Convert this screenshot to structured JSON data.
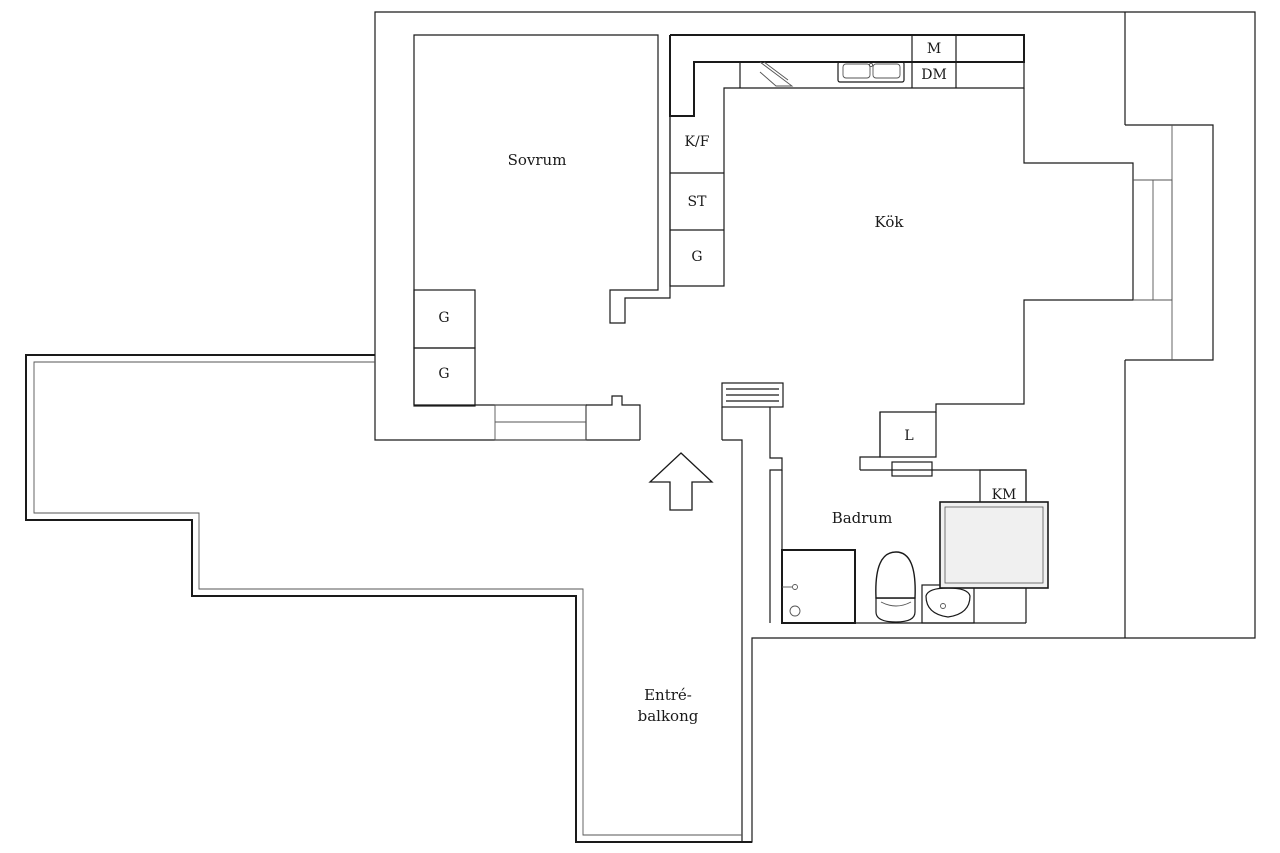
{
  "rooms": {
    "bedroom": "Sovrum",
    "kitchen": "Kök",
    "bathroom": "Badrum",
    "balcony_line1": "Entré-",
    "balcony_line2": "balkong"
  },
  "fixtures": {
    "microwave": "M",
    "dishwasher": "DM",
    "fridge_freezer": "K/F",
    "stove": "ST",
    "kitchen_wardrobe": "G",
    "bedroom_wardrobe_1": "G",
    "bedroom_wardrobe_2": "G",
    "linen": "L",
    "washing_machine": "KM"
  },
  "colors": {
    "wall": "#1a1a1a",
    "fixture_fill": "#f0f0f0",
    "background": "#ffffff"
  }
}
